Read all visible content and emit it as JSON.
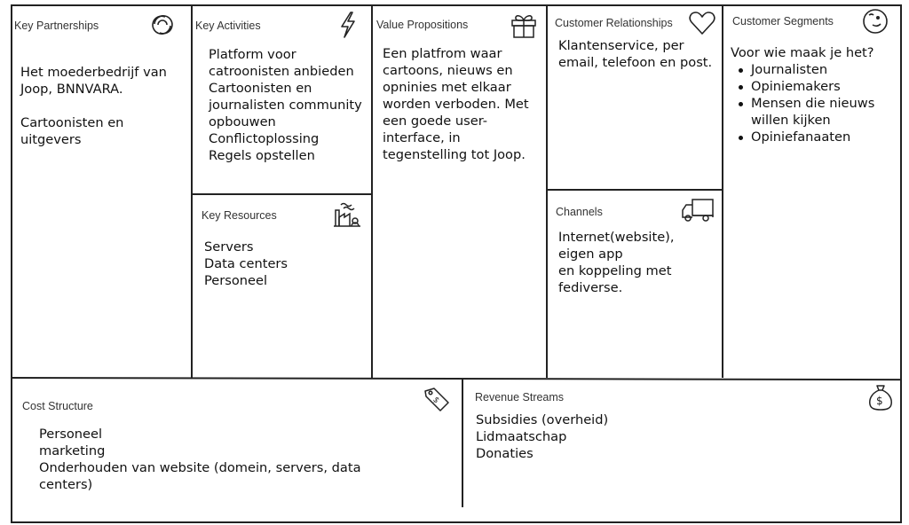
{
  "canvas": {
    "key_partnerships": {
      "title": "Key Partnerships",
      "icon": "link-icon",
      "lines": [
        "Het moederbedrijf van",
        "Joop, BNNVARA.",
        "",
        "Cartoonisten en",
        "uitgevers"
      ]
    },
    "key_activities": {
      "title": "Key Activities",
      "icon": "lightning-icon",
      "lines": [
        "Platform voor",
        "catroonisten anbieden",
        "Cartoonisten en",
        "journalisten community",
        "opbouwen",
        "Conflictoplossing",
        "Regels opstellen"
      ]
    },
    "key_resources": {
      "title": "Key Resources",
      "icon": "factory-icon",
      "lines": [
        "Servers",
        "Data centers",
        "Personeel"
      ]
    },
    "value_propositions": {
      "title": "Value Propositions",
      "icon": "gift-icon",
      "lines": [
        "Een platfrom waar",
        "cartoons, nieuws en",
        "opninies met elkaar",
        "worden verboden. Met",
        "een goede user-",
        "interface, in",
        "tegenstelling tot Joop."
      ]
    },
    "customer_relationships": {
      "title": "Customer Relationships",
      "icon": "heart-icon",
      "lines": [
        "Klantenservice, per",
        "email, telefoon en post."
      ]
    },
    "channels": {
      "title": "Channels",
      "icon": "truck-icon",
      "lines": [
        "Internet(website),",
        "eigen app",
        "en koppeling met",
        "fediverse."
      ]
    },
    "customer_segments": {
      "title": "Customer Segments",
      "icon": "smiley-icon",
      "intro": "Voor wie maak je het?",
      "items": [
        "Journalisten",
        "Opiniemakers",
        "Mensen die nieuws",
        "Opiniefanaaten"
      ],
      "item_continuation": "willen kijken"
    },
    "cost_structure": {
      "title": "Cost Structure",
      "icon": "price-tag-icon",
      "lines": [
        "Personeel",
        "marketing",
        "Onderhouden van website (domein, servers, data",
        "centers)"
      ]
    },
    "revenue_streams": {
      "title": "Revenue Streams",
      "icon": "money-bag-icon",
      "lines": [
        "Subsidies (overheid)",
        "Lidmaatschap",
        "Donaties"
      ]
    }
  }
}
